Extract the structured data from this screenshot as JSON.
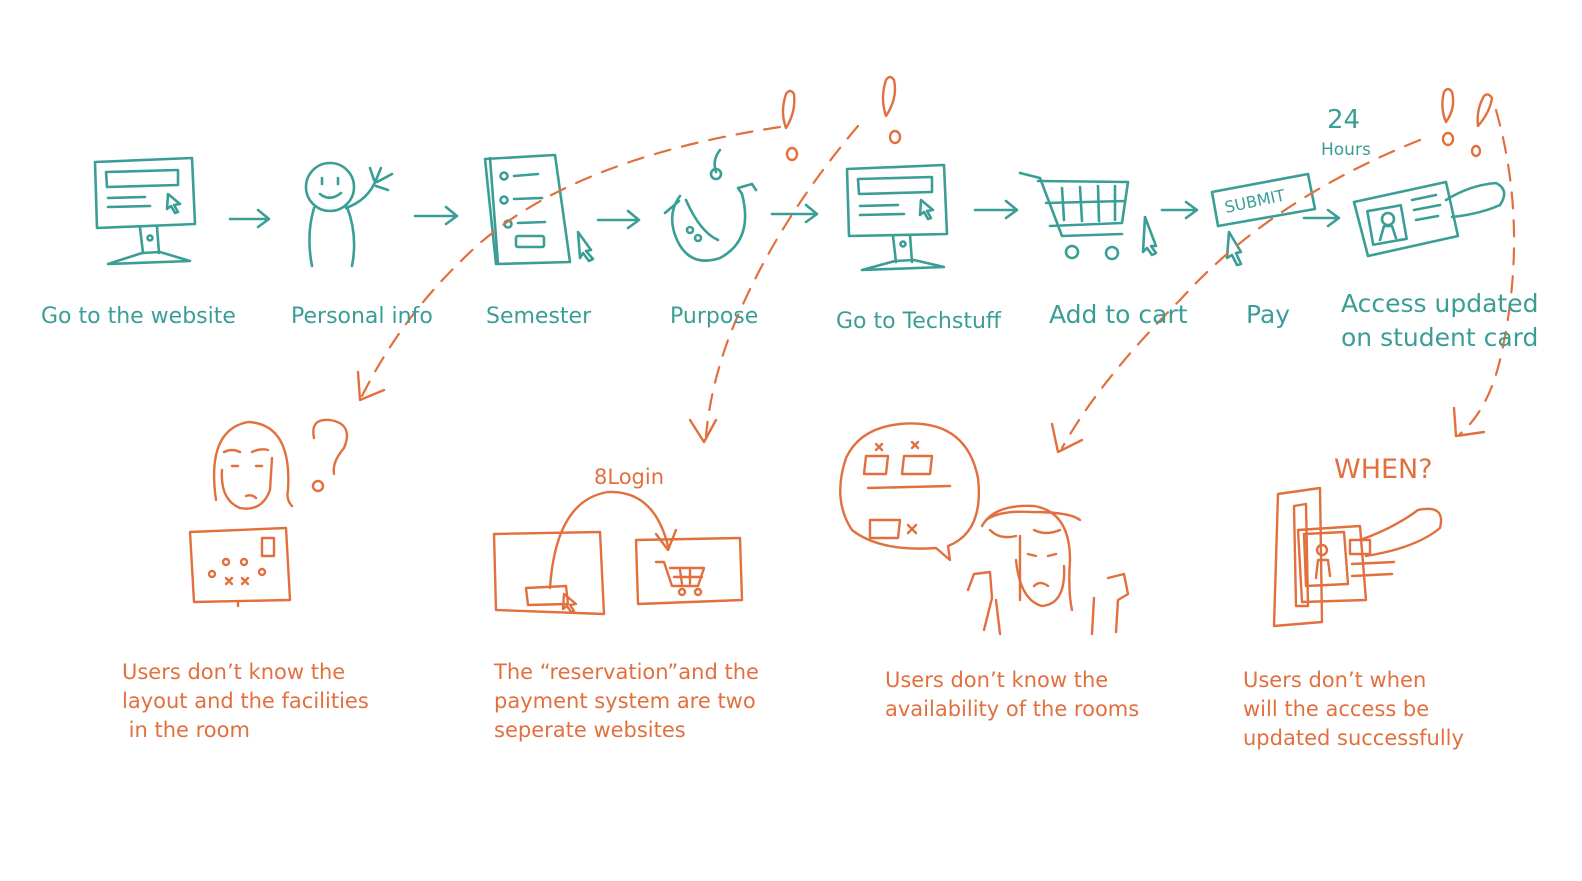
{
  "steps": [
    {
      "label": "Go to the website",
      "icon": "monitor-icon"
    },
    {
      "label": "Personal info",
      "icon": "person-waving-icon"
    },
    {
      "label": "Semester",
      "icon": "form-document-icon"
    },
    {
      "label": "Purpose",
      "icon": "saxophone-icon"
    },
    {
      "label": "Go to Techstuff",
      "icon": "monitor-icon"
    },
    {
      "label": "Add to cart",
      "icon": "shopping-cart-icon"
    },
    {
      "label": "Pay",
      "icon": "submit-button-icon"
    },
    {
      "label": "Access updated\non student card",
      "icon": "student-card-icon"
    }
  ],
  "annotations": {
    "submit_button_text": "SUBMIT",
    "hours_number": "24",
    "hours_word": "Hours",
    "login_note": "8Login",
    "when_note": "WHEN?"
  },
  "pain_points": [
    {
      "text": "Users don’t know the\nlayout and the facilities\n in the room",
      "icon": "confused-user-with-floorplan-icon"
    },
    {
      "text": "The “reservation”and the\npayment system are two\nseperate websites",
      "icon": "two-websites-redirect-icon"
    },
    {
      "text": "Users don’t know the\navailability of the rooms",
      "icon": "frustrated-user-with-rooms-icon"
    },
    {
      "text": "Users don’t when\nwill the access be\nupdated successfully",
      "icon": "card-reader-icon"
    }
  ],
  "colors": {
    "journey": "#3a9e97",
    "pain": "#e2703e",
    "background": "#ffffff"
  }
}
